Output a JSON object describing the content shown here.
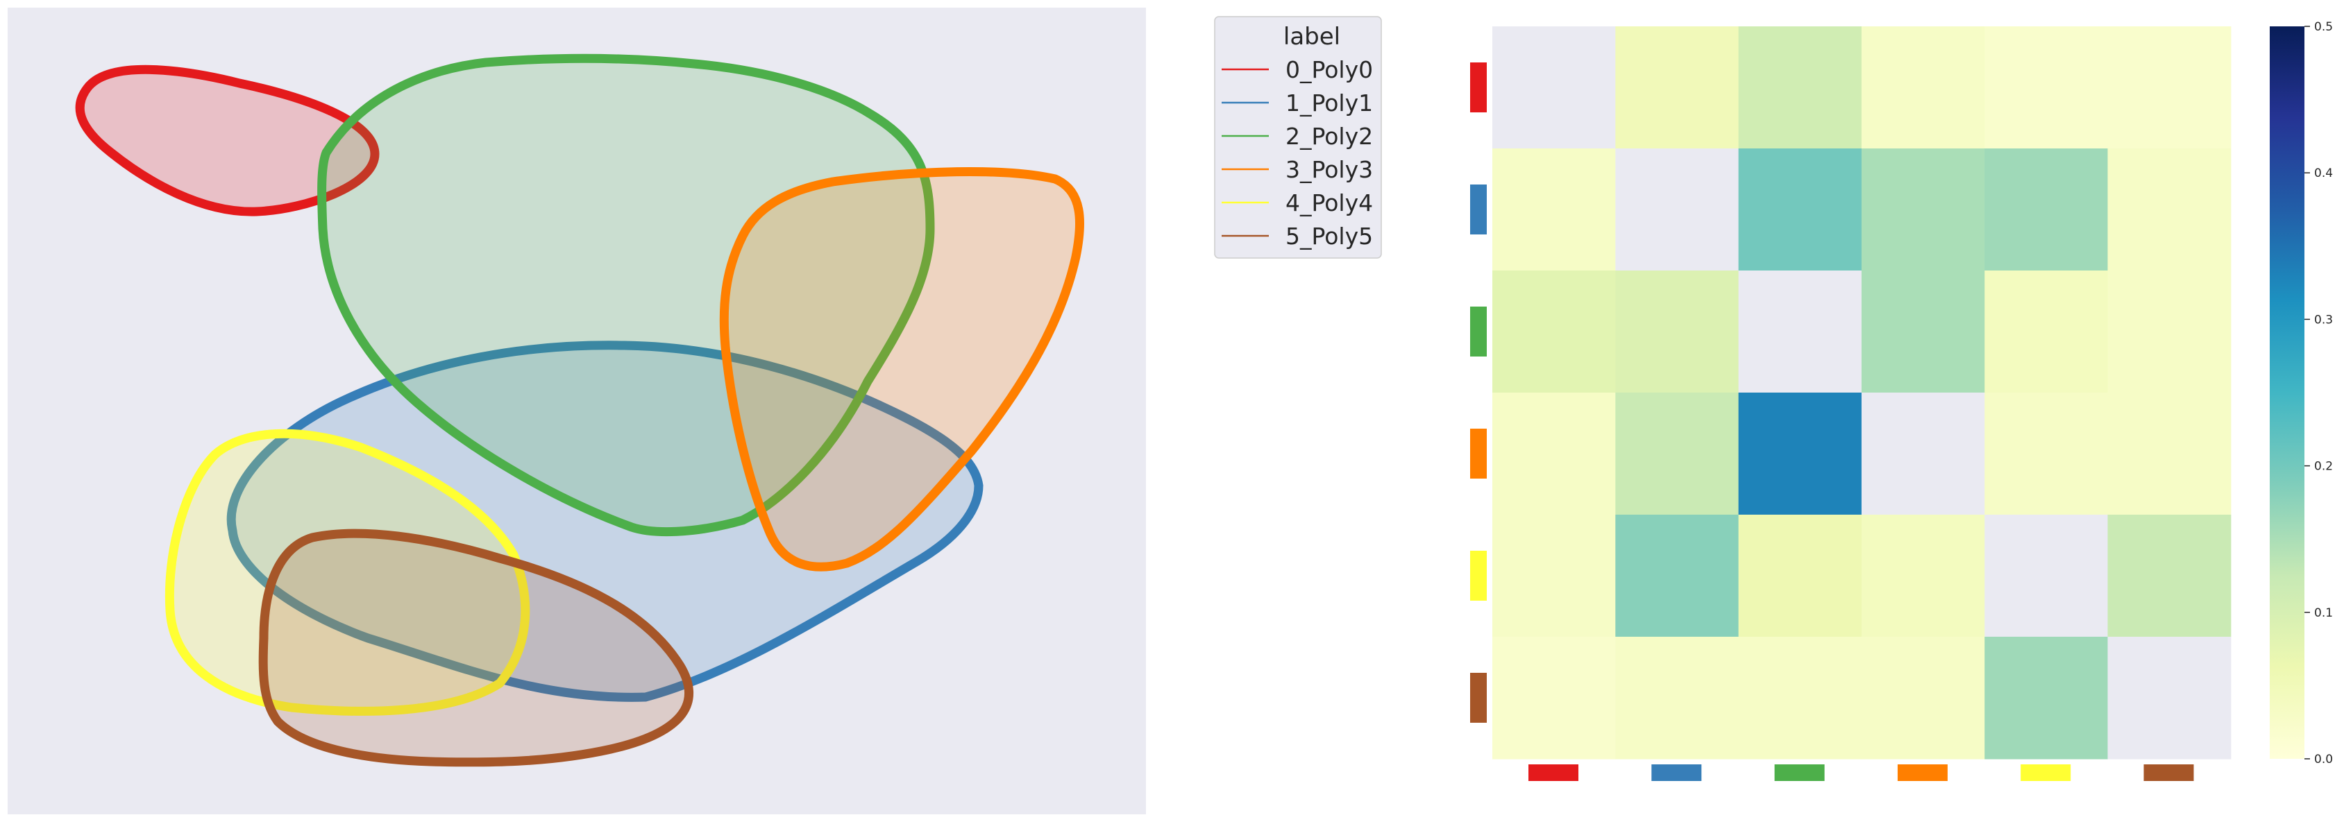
{
  "chart_data": [
    {
      "type": "area",
      "description_kind": "overlapping closed polygon shapes",
      "background_color": "#eaeaf2",
      "series": [
        {
          "name": "0_Poly0",
          "color": "#e41a1c"
        },
        {
          "name": "1_Poly1",
          "color": "#377eb8"
        },
        {
          "name": "2_Poly2",
          "color": "#4daf4a"
        },
        {
          "name": "3_Poly3",
          "color": "#ff7f00"
        },
        {
          "name": "4_Poly4",
          "color": "#ffff33"
        },
        {
          "name": "5_Poly5",
          "color": "#a65628"
        }
      ],
      "legend": {
        "title": "label",
        "placement": "outside-right"
      },
      "grid": false
    },
    {
      "type": "heatmap",
      "row_colors": [
        "#e41a1c",
        "#377eb8",
        "#4daf4a",
        "#ff7f00",
        "#ffff33",
        "#a65628"
      ],
      "col_colors": [
        "#e41a1c",
        "#377eb8",
        "#4daf4a",
        "#ff7f00",
        "#ffff33",
        "#a65628"
      ],
      "values": [
        [
          null,
          0.05,
          0.11,
          0.03,
          0.02,
          0.02
        ],
        [
          0.03,
          null,
          0.2,
          0.15,
          0.16,
          0.03
        ],
        [
          0.08,
          0.09,
          null,
          0.15,
          0.04,
          0.03
        ],
        [
          0.03,
          0.12,
          0.33,
          null,
          0.03,
          0.03
        ],
        [
          0.03,
          0.18,
          0.06,
          0.04,
          null,
          0.12
        ],
        [
          0.02,
          0.03,
          0.03,
          0.03,
          0.16,
          null
        ]
      ],
      "diagonal_color": "#eaeaf2",
      "colormap": "YlGnBu",
      "vmin": 0.0,
      "vmax": 0.5,
      "colorbar_ticks": [
        "0.0",
        "0.1",
        "0.2",
        "0.3",
        "0.4",
        "0.5"
      ]
    }
  ]
}
